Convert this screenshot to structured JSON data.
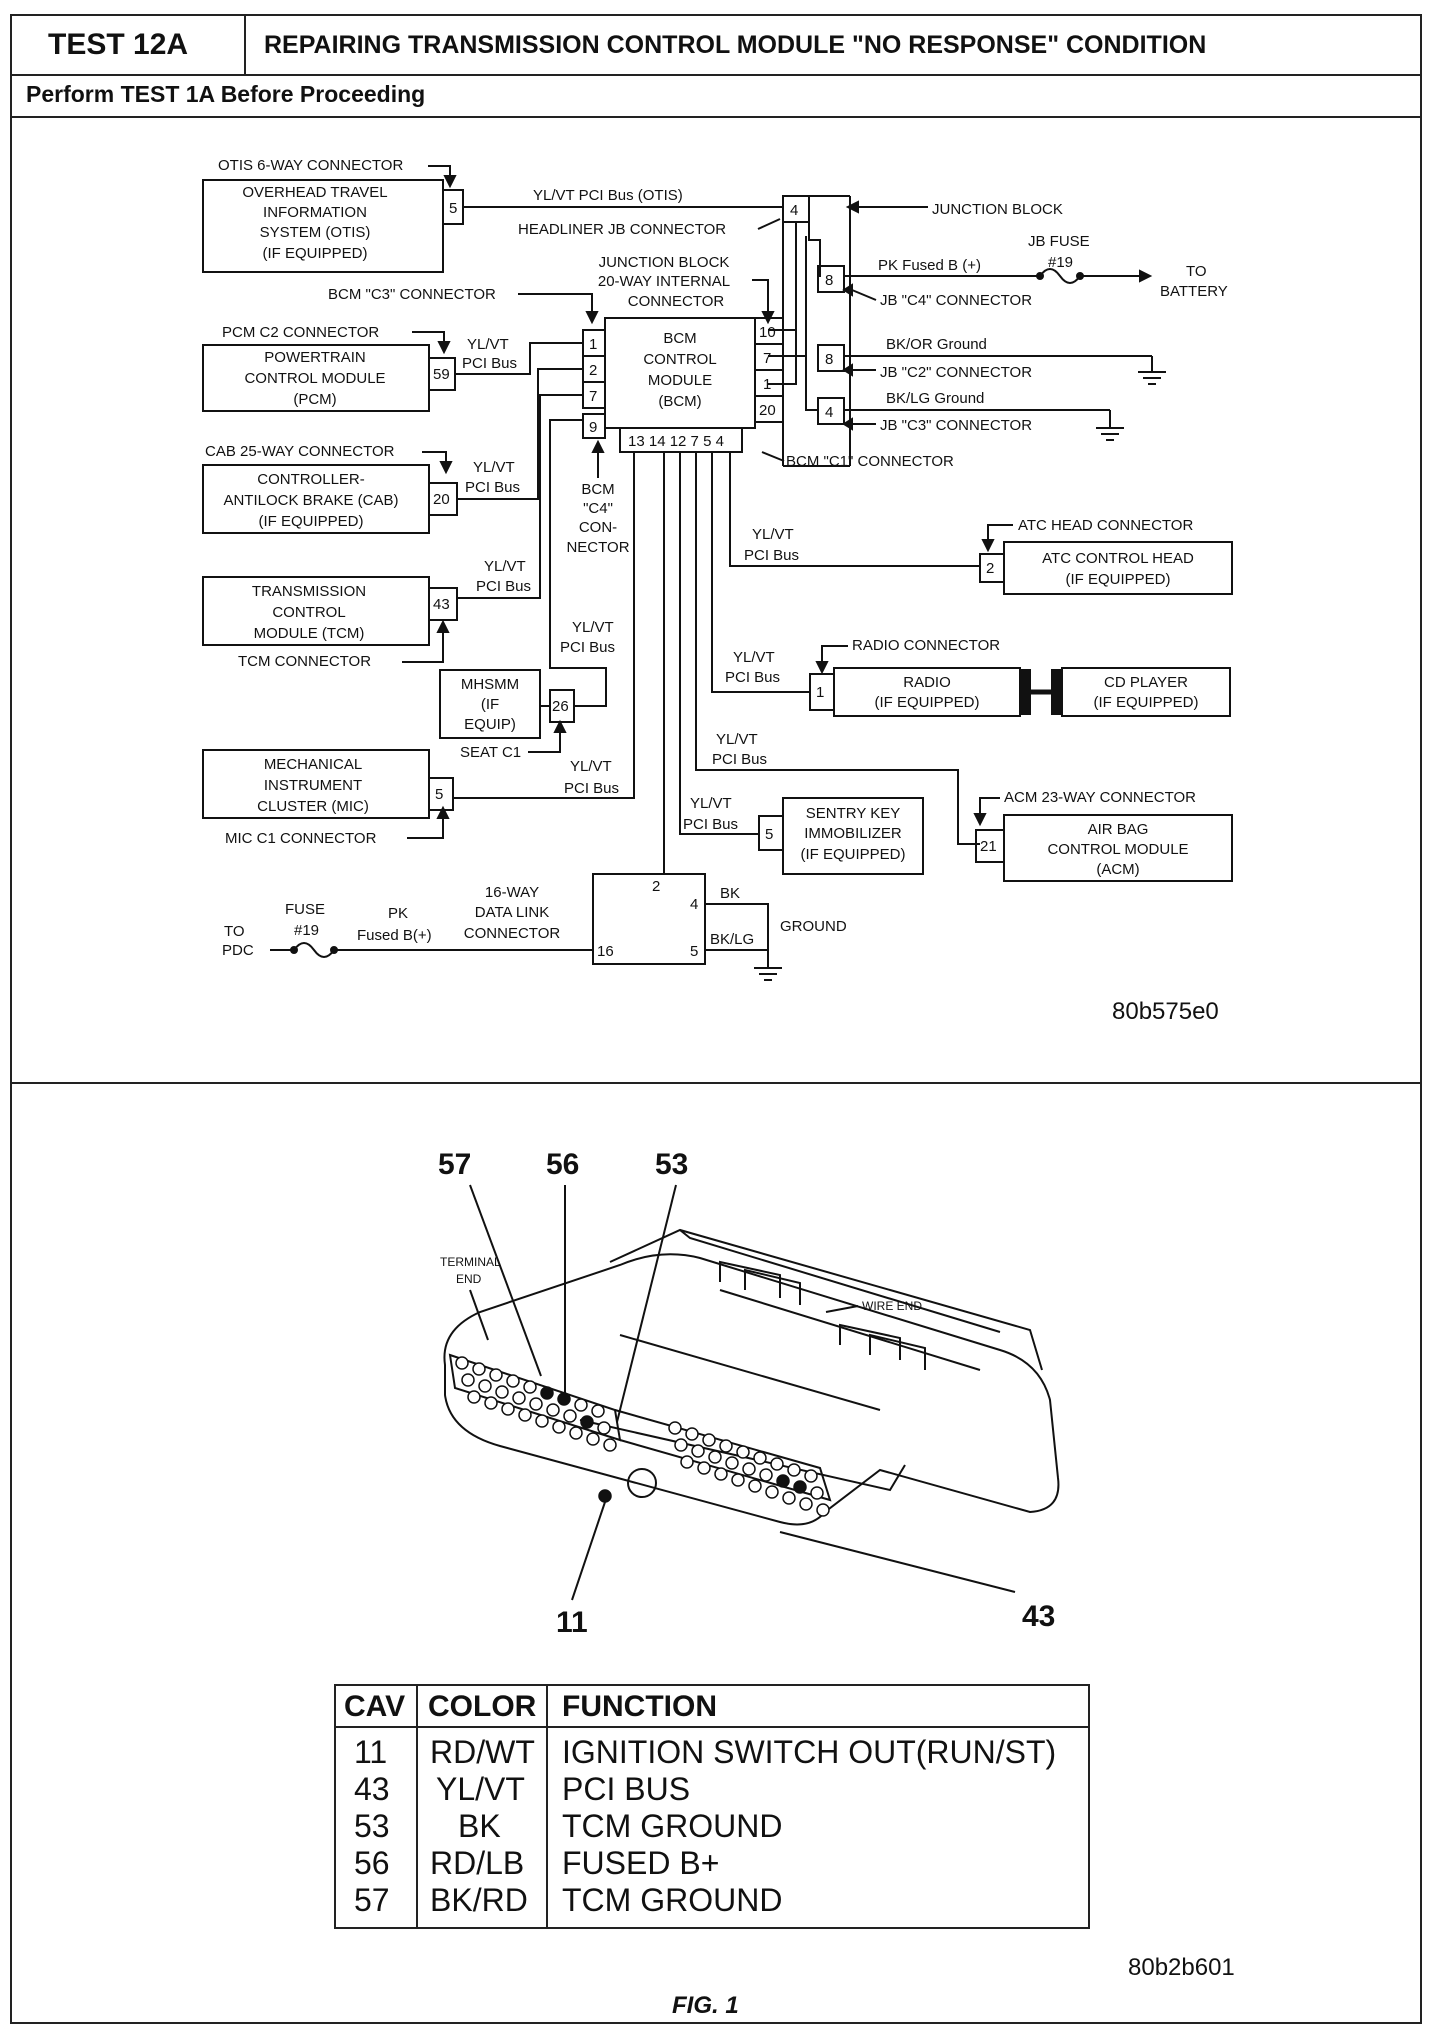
{
  "header": {
    "test_id": "TEST 12A",
    "title": "REPAIRING TRANSMISSION CONTROL MODULE \"NO RESPONSE\" CONDITION",
    "subtitle": "Perform TEST 1A Before Proceeding"
  },
  "wiring": {
    "otis_connector": "OTIS 6-WAY CONNECTOR",
    "otis_module": [
      "OVERHEAD TRAVEL",
      "INFORMATION",
      "SYSTEM (OTIS)",
      "(IF EQUIPPED)"
    ],
    "otis_pin": "5",
    "otis_wire": "YL/VT PCI Bus (OTIS)",
    "headliner_jb": "HEADLINER JB CONNECTOR",
    "junction_block": "JUNCTION BLOCK",
    "jb_pin_4": "4",
    "jb_fuse": [
      "JB FUSE",
      "#19"
    ],
    "pk_fused": "PK Fused B (+)",
    "to_battery": [
      "TO",
      "BATTERY"
    ],
    "jb_c4": "JB \"C4\" CONNECTOR",
    "jb_pin_8a": "8",
    "jb_pin_8b": "8",
    "jb_pin_4b": "4",
    "bkor_ground": "BK/OR Ground",
    "jb_c2": "JB \"C2\" CONNECTOR",
    "bklg_ground": "BK/LG Ground",
    "jb_c3": "JB \"C3\" CONNECTOR",
    "jb_internal": [
      "JUNCTION BLOCK",
      "20-WAY INTERNAL",
      "CONNECTOR"
    ],
    "bcm_c3": "BCM \"C3\" CONNECTOR",
    "bcm_module": [
      "BCM",
      "CONTROL",
      "MODULE",
      "(BCM)"
    ],
    "bcm_left_pins": [
      "1",
      "2",
      "7"
    ],
    "bcm_pin_9": "9",
    "bcm_right_pins": [
      "10",
      "7",
      "1",
      "20"
    ],
    "bcm_bottom_pins": "13 14  12 7 5 4",
    "bcm_c1": "BCM \"C1\" CONNECTOR",
    "bcm_c4": [
      "BCM",
      "\"C4\"",
      "CON-",
      "NECTOR"
    ],
    "pcm_connector": "PCM C2 CONNECTOR",
    "pcm_module": [
      "POWERTRAIN",
      "CONTROL MODULE",
      "(PCM)"
    ],
    "pcm_pin": "59",
    "cab_connector": "CAB 25-WAY CONNECTOR",
    "cab_module": [
      "CONTROLLER-",
      "ANTILOCK BRAKE (CAB)",
      "(IF EQUIPPED)"
    ],
    "cab_pin": "20",
    "tcm_module": [
      "TRANSMISSION",
      "CONTROL",
      "MODULE (TCM)"
    ],
    "tcm_pin": "43",
    "tcm_connector": "TCM CONNECTOR",
    "mhsmm_module": [
      "MHSMM",
      "(IF",
      "EQUIP)"
    ],
    "mhsmm_pin": "26",
    "seat_c1": "SEAT C1",
    "mic_module": [
      "MECHANICAL",
      "INSTRUMENT",
      "CLUSTER (MIC)"
    ],
    "mic_pin": "5",
    "mic_connector": "MIC C1 CONNECTOR",
    "ylvt": "YL/VT",
    "pci_bus": "PCI Bus",
    "atc_connector": "ATC HEAD CONNECTOR",
    "atc_module": [
      "ATC CONTROL HEAD",
      "(IF EQUIPPED)"
    ],
    "atc_pin": "2",
    "radio_connector": "RADIO CONNECTOR",
    "radio_module": [
      "RADIO",
      "(IF EQUIPPED)"
    ],
    "radio_pin": "1",
    "cd_module": [
      "CD PLAYER",
      "(IF EQUIPPED)"
    ],
    "sentry_module": [
      "SENTRY KEY",
      "IMMOBILIZER",
      "(IF EQUIPPED)"
    ],
    "sentry_pin": "5",
    "acm_connector": "ACM 23-WAY CONNECTOR",
    "acm_module": [
      "AIR BAG",
      "CONTROL MODULE",
      "(ACM)"
    ],
    "acm_pin": "21",
    "dlc": [
      "16-WAY",
      "DATA LINK",
      "CONNECTOR"
    ],
    "dlc_pins": [
      "2",
      "4",
      "5",
      "16"
    ],
    "dlc_bk": "BK",
    "dlc_bklg": "BK/LG",
    "ground": "GROUND",
    "to_pdc": [
      "TO",
      "PDC"
    ],
    "fuse19": [
      "FUSE",
      "#19"
    ],
    "pk_fused_b": [
      "PK",
      "Fused B(+)"
    ],
    "code": "80b575e0"
  },
  "connector": {
    "callouts": [
      "57",
      "56",
      "53",
      "11",
      "43"
    ],
    "terminal_end": [
      "TERMINAL",
      "END"
    ],
    "wire_end": "WIRE END",
    "code": "80b2b601",
    "figure": "FIG. 1"
  },
  "cav_table": {
    "headers": [
      "CAV",
      "COLOR",
      "FUNCTION"
    ],
    "rows": [
      [
        "11",
        "RD/WT",
        "IGNITION SWITCH OUT(RUN/ST)"
      ],
      [
        "43",
        "YL/VT",
        "PCI BUS"
      ],
      [
        "53",
        "BK",
        "TCM GROUND"
      ],
      [
        "56",
        "RD/LB",
        "FUSED B+"
      ],
      [
        "57",
        "BK/RD",
        "TCM GROUND"
      ]
    ]
  }
}
